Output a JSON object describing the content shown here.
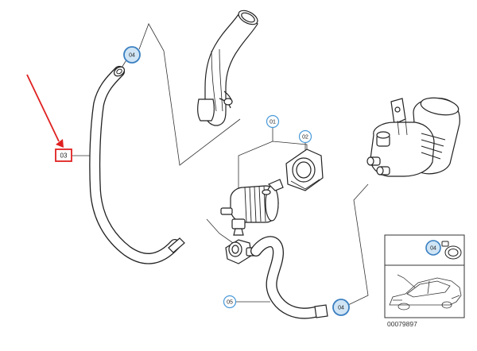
{
  "callouts": {
    "c01": "01",
    "c02": "02",
    "c03": "03",
    "c04a": "04",
    "c04b": "04",
    "c04inset": "04",
    "c05": "05"
  },
  "reference_number": "00079897",
  "colors": {
    "callout_circle_fill": "#cfe4f4",
    "callout_circle_stroke": "#3a7fc1",
    "callout_small_stroke": "#4a9ad8",
    "highlight_red": "#e02020",
    "line_art": "#222222"
  }
}
